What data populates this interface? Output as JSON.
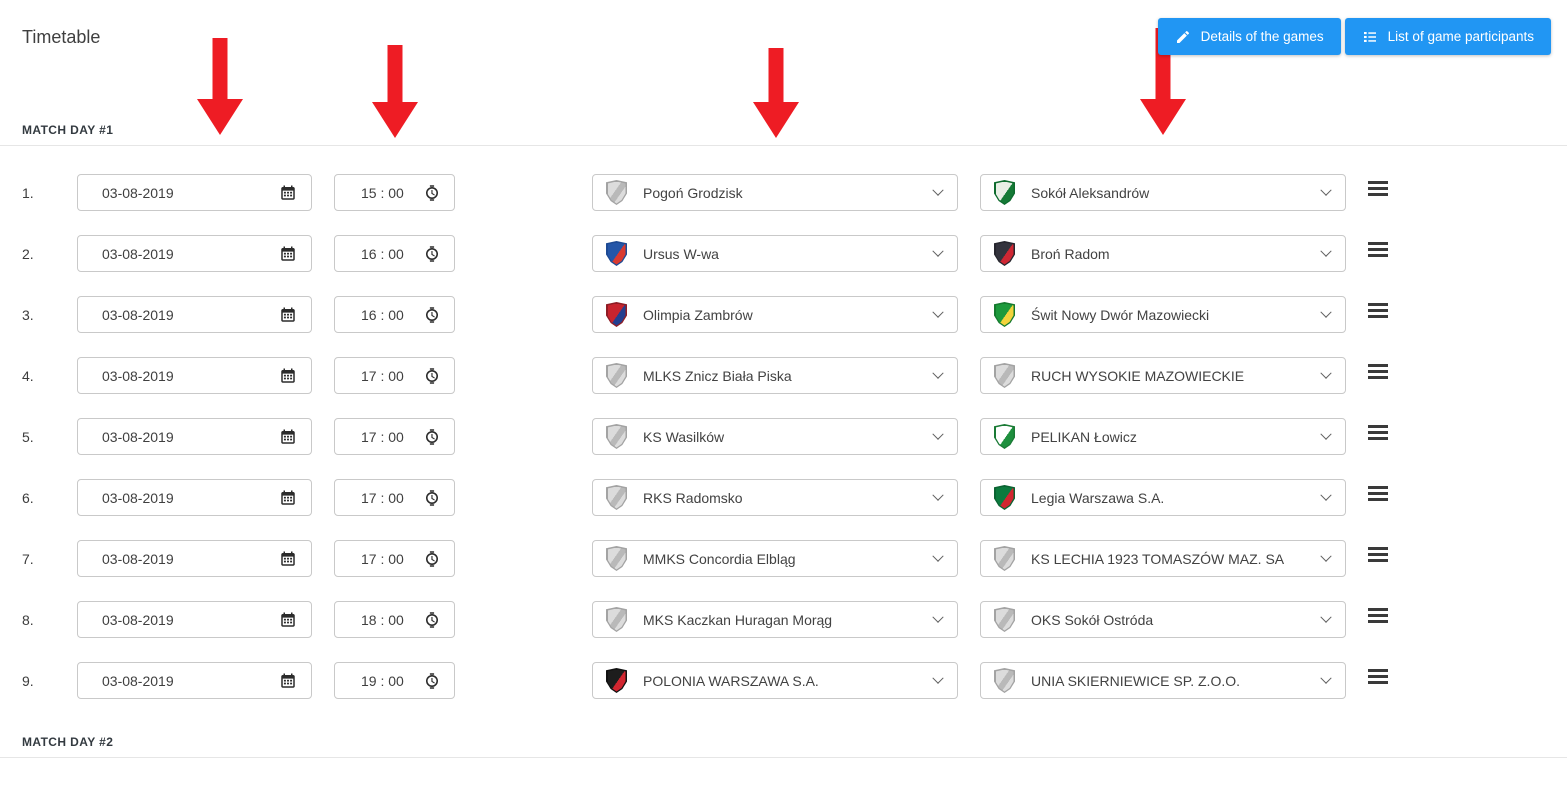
{
  "page": {
    "title": "Timetable"
  },
  "toolbar": {
    "accent_color": "#2196f3",
    "details_button": "Details of the games",
    "participants_button": "List of game participants"
  },
  "sections": {
    "day1": "MATCH DAY #1",
    "day2": "MATCH DAY #2"
  },
  "annotations": {
    "arrow_color": "#ee1c24",
    "arrow_count": 4,
    "arrow_shape": "red down-arrow"
  },
  "icons": {
    "pencil-icon": "edit pencil glyph",
    "list-icon": "bulleted list glyph",
    "calendar-icon": "calendar grid glyph",
    "clock-icon": "watch face glyph",
    "chevron-down-icon": "v chevron",
    "drag-handle-icon": "three horizontal bars",
    "team-badge-icon": "club crest shield"
  },
  "matches": [
    {
      "no": "1.",
      "date": "03-08-2019",
      "time": "15 : 00",
      "home": {
        "name": "Pogoń Grodzisk",
        "badge": {
          "type": "stripe",
          "primary": "#dcdcdc",
          "secondary": "#b9b9b9",
          "border": "#a3a3a3"
        }
      },
      "away": {
        "name": "Sokół Aleksandrów",
        "badge": {
          "type": "split",
          "primary": "#e9efe6",
          "secondary": "#157a36",
          "border": "#0e6b2e"
        }
      }
    },
    {
      "no": "2.",
      "date": "03-08-2019",
      "time": "16 : 00",
      "home": {
        "name": "Ursus W-wa",
        "badge": {
          "type": "split",
          "primary": "#2456a8",
          "secondary": "#d93a30",
          "border": "#1d4a94"
        }
      },
      "away": {
        "name": "Broń Radom",
        "badge": {
          "type": "split",
          "primary": "#33333d",
          "secondary": "#cf2733",
          "border": "#26262e"
        }
      }
    },
    {
      "no": "3.",
      "date": "03-08-2019",
      "time": "16 : 00",
      "home": {
        "name": "Olimpia Zambrów",
        "badge": {
          "type": "split",
          "primary": "#c8242e",
          "secondary": "#243f8f",
          "border": "#8f1d25"
        }
      },
      "away": {
        "name": "Świt Nowy Dwór Mazowiecki",
        "badge": {
          "type": "split",
          "primary": "#1d9a3c",
          "secondary": "#f2d33c",
          "border": "#157a2e"
        }
      }
    },
    {
      "no": "4.",
      "date": "03-08-2019",
      "time": "17 : 00",
      "home": {
        "name": "MLKS Znicz Biała Piska",
        "badge": {
          "type": "stripe",
          "primary": "#dcdcdc",
          "secondary": "#b9b9b9",
          "border": "#a3a3a3"
        }
      },
      "away": {
        "name": "RUCH WYSOKIE MAZOWIECKIE",
        "badge": {
          "type": "stripe",
          "primary": "#dcdcdc",
          "secondary": "#b9b9b9",
          "border": "#a3a3a3"
        }
      }
    },
    {
      "no": "5.",
      "date": "03-08-2019",
      "time": "17 : 00",
      "home": {
        "name": "KS Wasilków",
        "badge": {
          "type": "stripe",
          "primary": "#dcdcdc",
          "secondary": "#b9b9b9",
          "border": "#a3a3a3"
        }
      },
      "away": {
        "name": "PELIKAN Łowicz",
        "badge": {
          "type": "split",
          "primary": "#ffffff",
          "secondary": "#1e8f3e",
          "border": "#1a7a35"
        }
      }
    },
    {
      "no": "6.",
      "date": "03-08-2019",
      "time": "17 : 00",
      "home": {
        "name": "RKS Radomsko",
        "badge": {
          "type": "stripe",
          "primary": "#dcdcdc",
          "secondary": "#b9b9b9",
          "border": "#a3a3a3"
        }
      },
      "away": {
        "name": "Legia Warszawa S.A.",
        "badge": {
          "type": "split",
          "primary": "#0c7b3e",
          "secondary": "#d22630",
          "border": "#0a6332"
        }
      }
    },
    {
      "no": "7.",
      "date": "03-08-2019",
      "time": "17 : 00",
      "home": {
        "name": "MMKS Concordia Elbląg",
        "badge": {
          "type": "stripe",
          "primary": "#dcdcdc",
          "secondary": "#b9b9b9",
          "border": "#a3a3a3"
        }
      },
      "away": {
        "name": "KS LECHIA 1923 TOMASZÓW MAZ. SA",
        "badge": {
          "type": "stripe",
          "primary": "#dcdcdc",
          "secondary": "#b9b9b9",
          "border": "#a3a3a3"
        }
      }
    },
    {
      "no": "8.",
      "date": "03-08-2019",
      "time": "18 : 00",
      "home": {
        "name": "MKS Kaczkan Huragan Morąg",
        "badge": {
          "type": "stripe",
          "primary": "#dcdcdc",
          "secondary": "#b9b9b9",
          "border": "#a3a3a3"
        }
      },
      "away": {
        "name": "OKS Sokół Ostróda",
        "badge": {
          "type": "stripe",
          "primary": "#dcdcdc",
          "secondary": "#b9b9b9",
          "border": "#a3a3a3"
        }
      }
    },
    {
      "no": "9.",
      "date": "03-08-2019",
      "time": "19 : 00",
      "home": {
        "name": "POLONIA WARSZAWA S.A.",
        "badge": {
          "type": "split",
          "primary": "#1d1d1d",
          "secondary": "#d22630",
          "border": "#111111"
        }
      },
      "away": {
        "name": "UNIA SKIERNIEWICE SP. Z.O.O.",
        "badge": {
          "type": "stripe",
          "primary": "#dcdcdc",
          "secondary": "#b9b9b9",
          "border": "#a3a3a3"
        }
      }
    }
  ]
}
